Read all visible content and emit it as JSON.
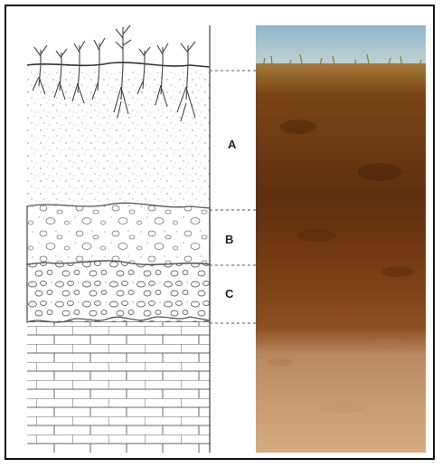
{
  "diagram": {
    "horizons": [
      {
        "label": "A"
      },
      {
        "label": "B"
      },
      {
        "label": "C"
      }
    ]
  },
  "colors": {
    "sketch_ink": "#555555",
    "sky": "#a9c6d8",
    "topsoil": "#6b3410",
    "subsoil": "#8a4a1c",
    "parent_material": "#b9855a",
    "bedrock": "#d6a47b"
  }
}
